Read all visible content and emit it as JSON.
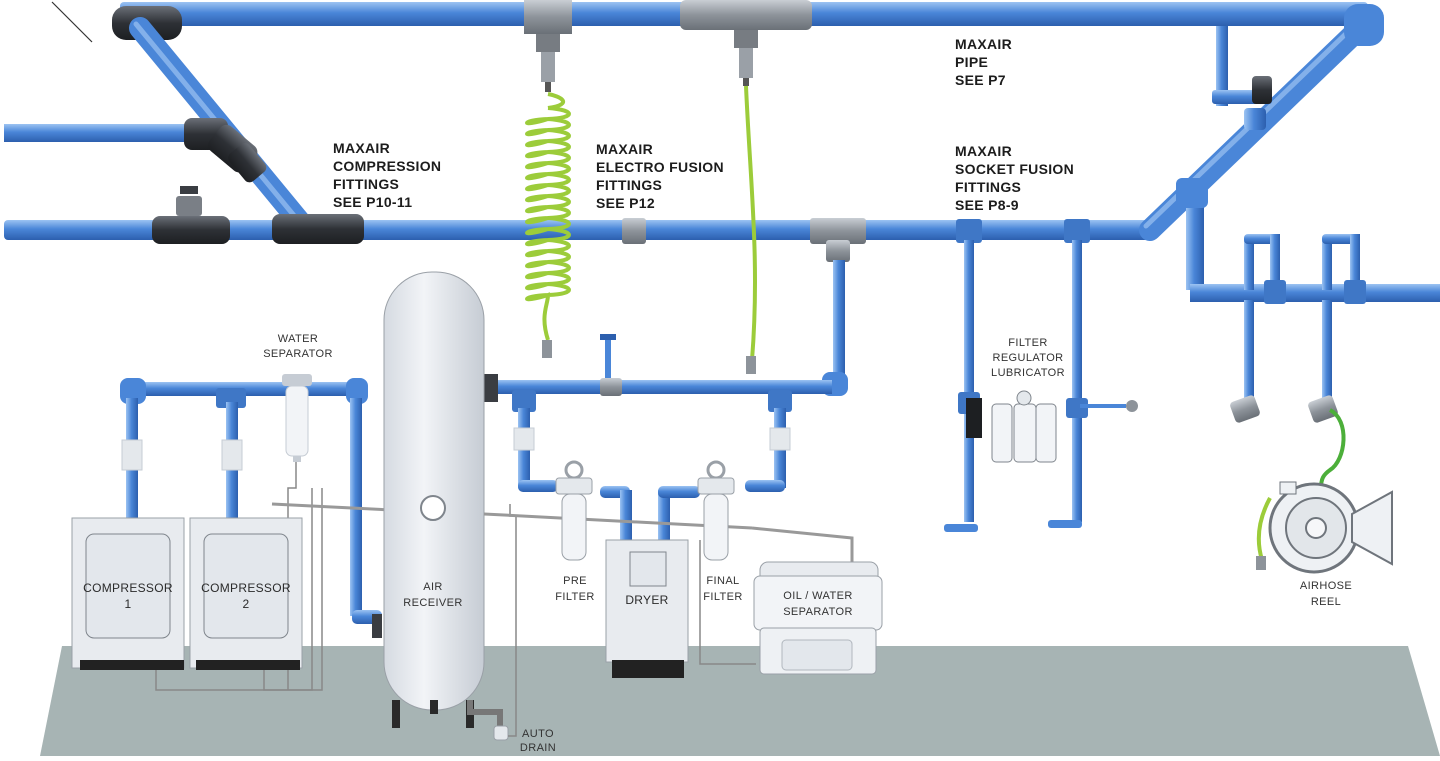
{
  "callouts": {
    "pipe": [
      "MAXAIR",
      "PIPE",
      "SEE P7"
    ],
    "compression": [
      "MAXAIR",
      "COMPRESSION",
      "FITTINGS",
      "SEE P10-11"
    ],
    "electro": [
      "MAXAIR",
      "ELECTRO FUSION",
      "FITTINGS",
      "SEE P12"
    ],
    "socket": [
      "MAXAIR",
      "SOCKET FUSION",
      "FITTINGS",
      "SEE P8-9"
    ]
  },
  "equipment": {
    "water_separator": [
      "WATER",
      "SEPARATOR"
    ],
    "compressor_1": [
      "COMPRESSOR",
      "1"
    ],
    "compressor_2": [
      "COMPRESSOR",
      "2"
    ],
    "air_receiver": [
      "AIR",
      "RECEIVER"
    ],
    "pre_filter": [
      "PRE",
      "FILTER"
    ],
    "dryer": "DRYER",
    "final_filter": [
      "FINAL",
      "FILTER"
    ],
    "oil_water_separator": [
      "OIL / WATER",
      "SEPARATOR"
    ],
    "frl": [
      "FILTER",
      "REGULATOR",
      "LUBRICATOR"
    ],
    "air_hose_reel": [
      "AIRHOSE",
      "REEL"
    ],
    "auto_drain": [
      "AUTO",
      "DRAIN"
    ]
  },
  "colors": {
    "pipe": "#4a86d8",
    "fitting": "#3a3d42",
    "hose": "#9ccc3a",
    "floor": "#a7b4b4",
    "equipment": "#e8ebef"
  }
}
